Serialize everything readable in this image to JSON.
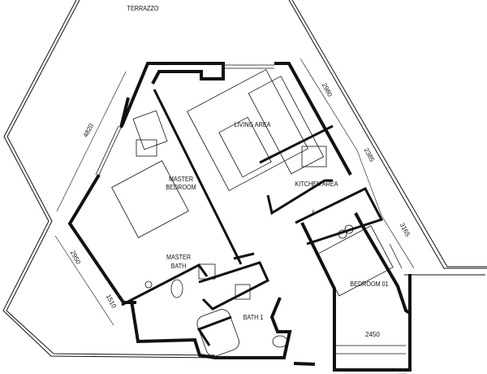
{
  "rooms": {
    "terrace": "TERRAZZO",
    "living": "LIVING AREA",
    "master_bedroom_1": "MASTER",
    "master_bedroom_2": "BEDROOM",
    "kitchen": "KITCHEN AREA",
    "master_bath_1": "MASTER",
    "master_bath_2": "BATH",
    "bedroom01": "BEDROOM 01",
    "bath1": "BATH 1"
  },
  "dimensions": {
    "d4820": "4820",
    "d2980": "2980",
    "d2385": "2385",
    "d3165": "3165",
    "d2950": "2950",
    "d1510": "1510",
    "d2450": "2450"
  },
  "fridge_label": "F"
}
